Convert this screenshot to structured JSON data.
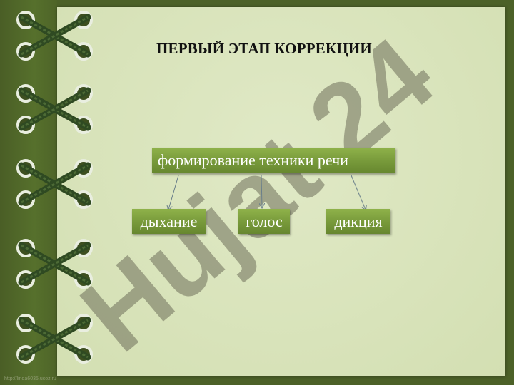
{
  "slide": {
    "title": "ПЕРВЫЙ ЭТАП КОРРЕКЦИИ",
    "footer_url": "http://linda6035.ucoz.ru"
  },
  "diagram": {
    "root": "формирование техники речи",
    "children": [
      "дыхание",
      "голос",
      "дикция"
    ]
  },
  "watermark": {
    "text": "Hujat 24"
  },
  "colors": {
    "background": "#4c6128",
    "paper": "#d6e1b8",
    "box_green": "#7a9d3c",
    "lace": "#2f4a22",
    "ring": "#e9eee0"
  },
  "icons": [
    "lacing-ring-icon",
    "lace-cross-icon",
    "arrow-icon"
  ]
}
